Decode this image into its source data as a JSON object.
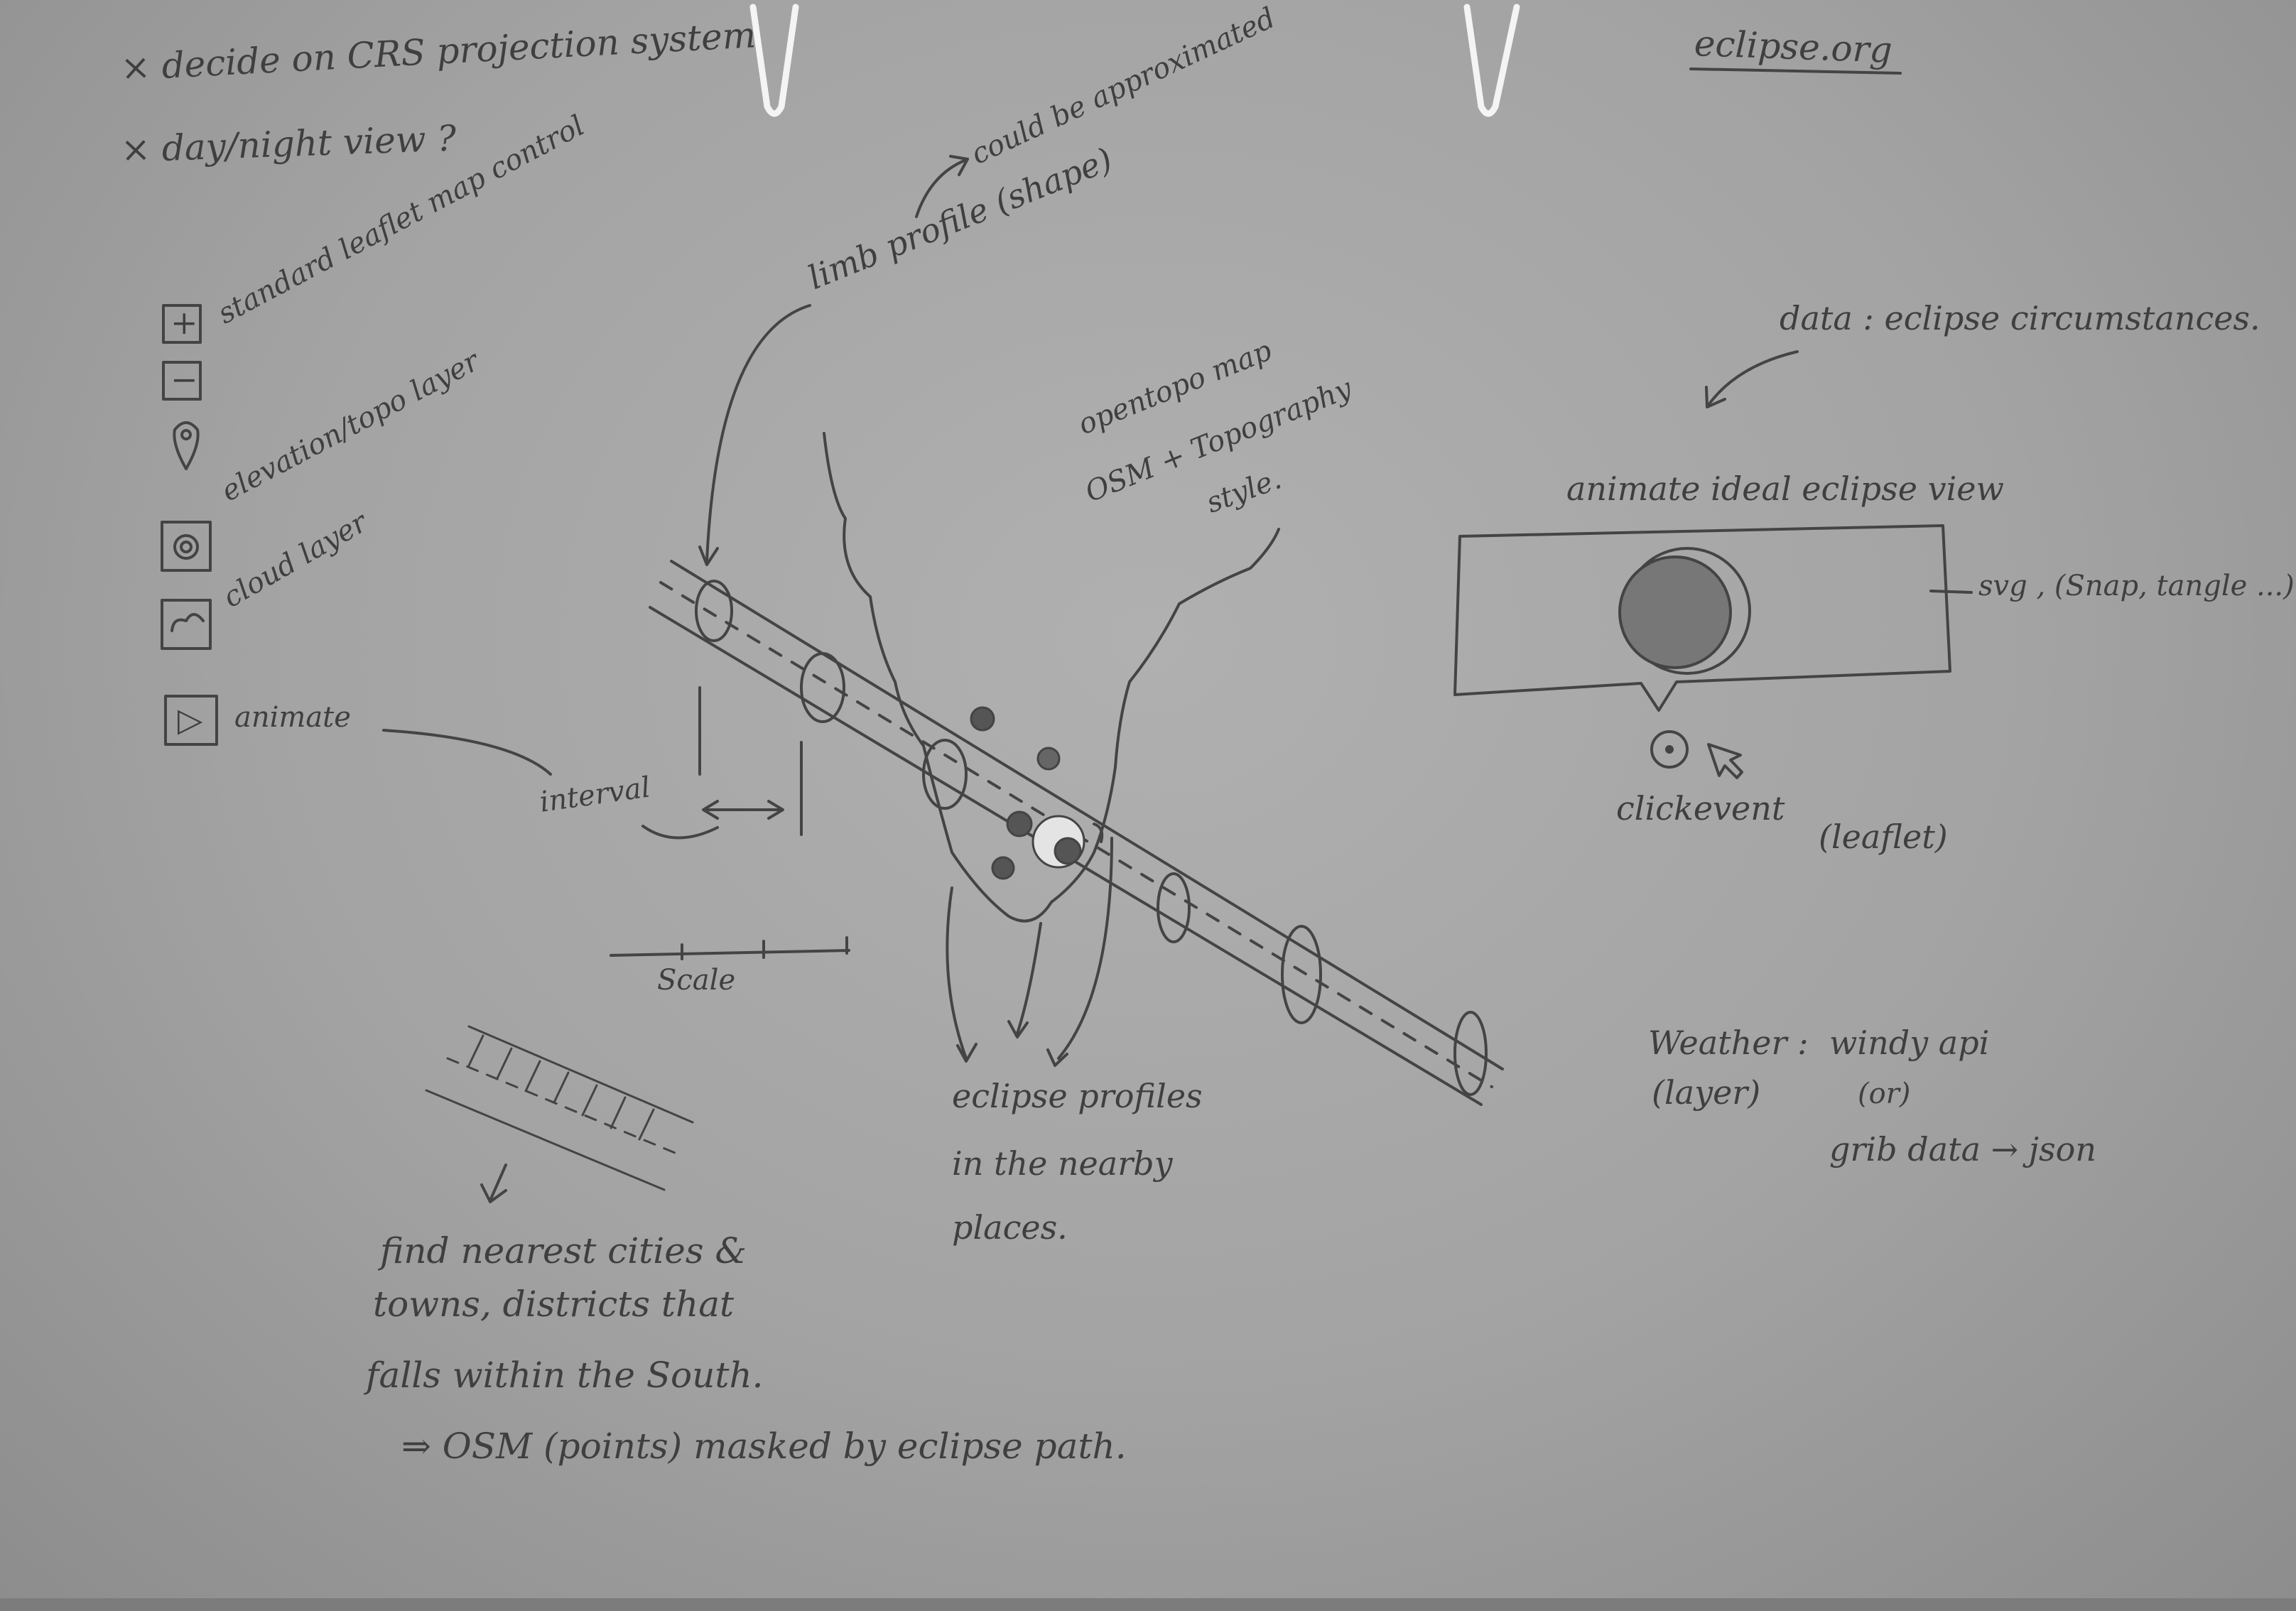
{
  "todo": {
    "item1": "× decide on CRS projection system",
    "item2": "× day/night view ?"
  },
  "source": "eclipse.org",
  "approx_note": "could be approximated",
  "limb_note": "limb profile (shape)",
  "controls": {
    "zoom_in_glyph": "+",
    "zoom_out_glyph": "−",
    "standard_label": "standard leaflet map control",
    "elevation_label": "elevation/topo layer",
    "cloud_label": "cloud layer",
    "animate_glyph": "▷",
    "animate_label": "animate"
  },
  "basemap": {
    "line1": "opentopo map",
    "line2": "OSM + Topography",
    "line3": "style."
  },
  "interval_label": "interval",
  "scale_label": "Scale",
  "profiles_note": {
    "line1": "eclipse profiles",
    "line2": "in the nearby",
    "line3": "places."
  },
  "cities_note": {
    "line1": "find nearest cities &",
    "line2": "towns, districts that",
    "line3": "falls within the South.",
    "line4": "⇒ OSM (points) masked by eclipse path."
  },
  "data_note": "data : eclipse circumstances.",
  "popup": {
    "title": "animate ideal eclipse view",
    "svg_label": "svg , (Snap, tangle ...)",
    "click_label": "clickevent",
    "leaflet_label": "(leaflet)"
  },
  "weather": {
    "label": "Weather :",
    "layer": "(layer)",
    "opt1": "windy api",
    "or": "(or)",
    "opt2": "grib data → json"
  },
  "colors": {
    "paper": "#a8a8a8",
    "ink": "#3f3f3f",
    "clip": "#f2f2f2"
  }
}
